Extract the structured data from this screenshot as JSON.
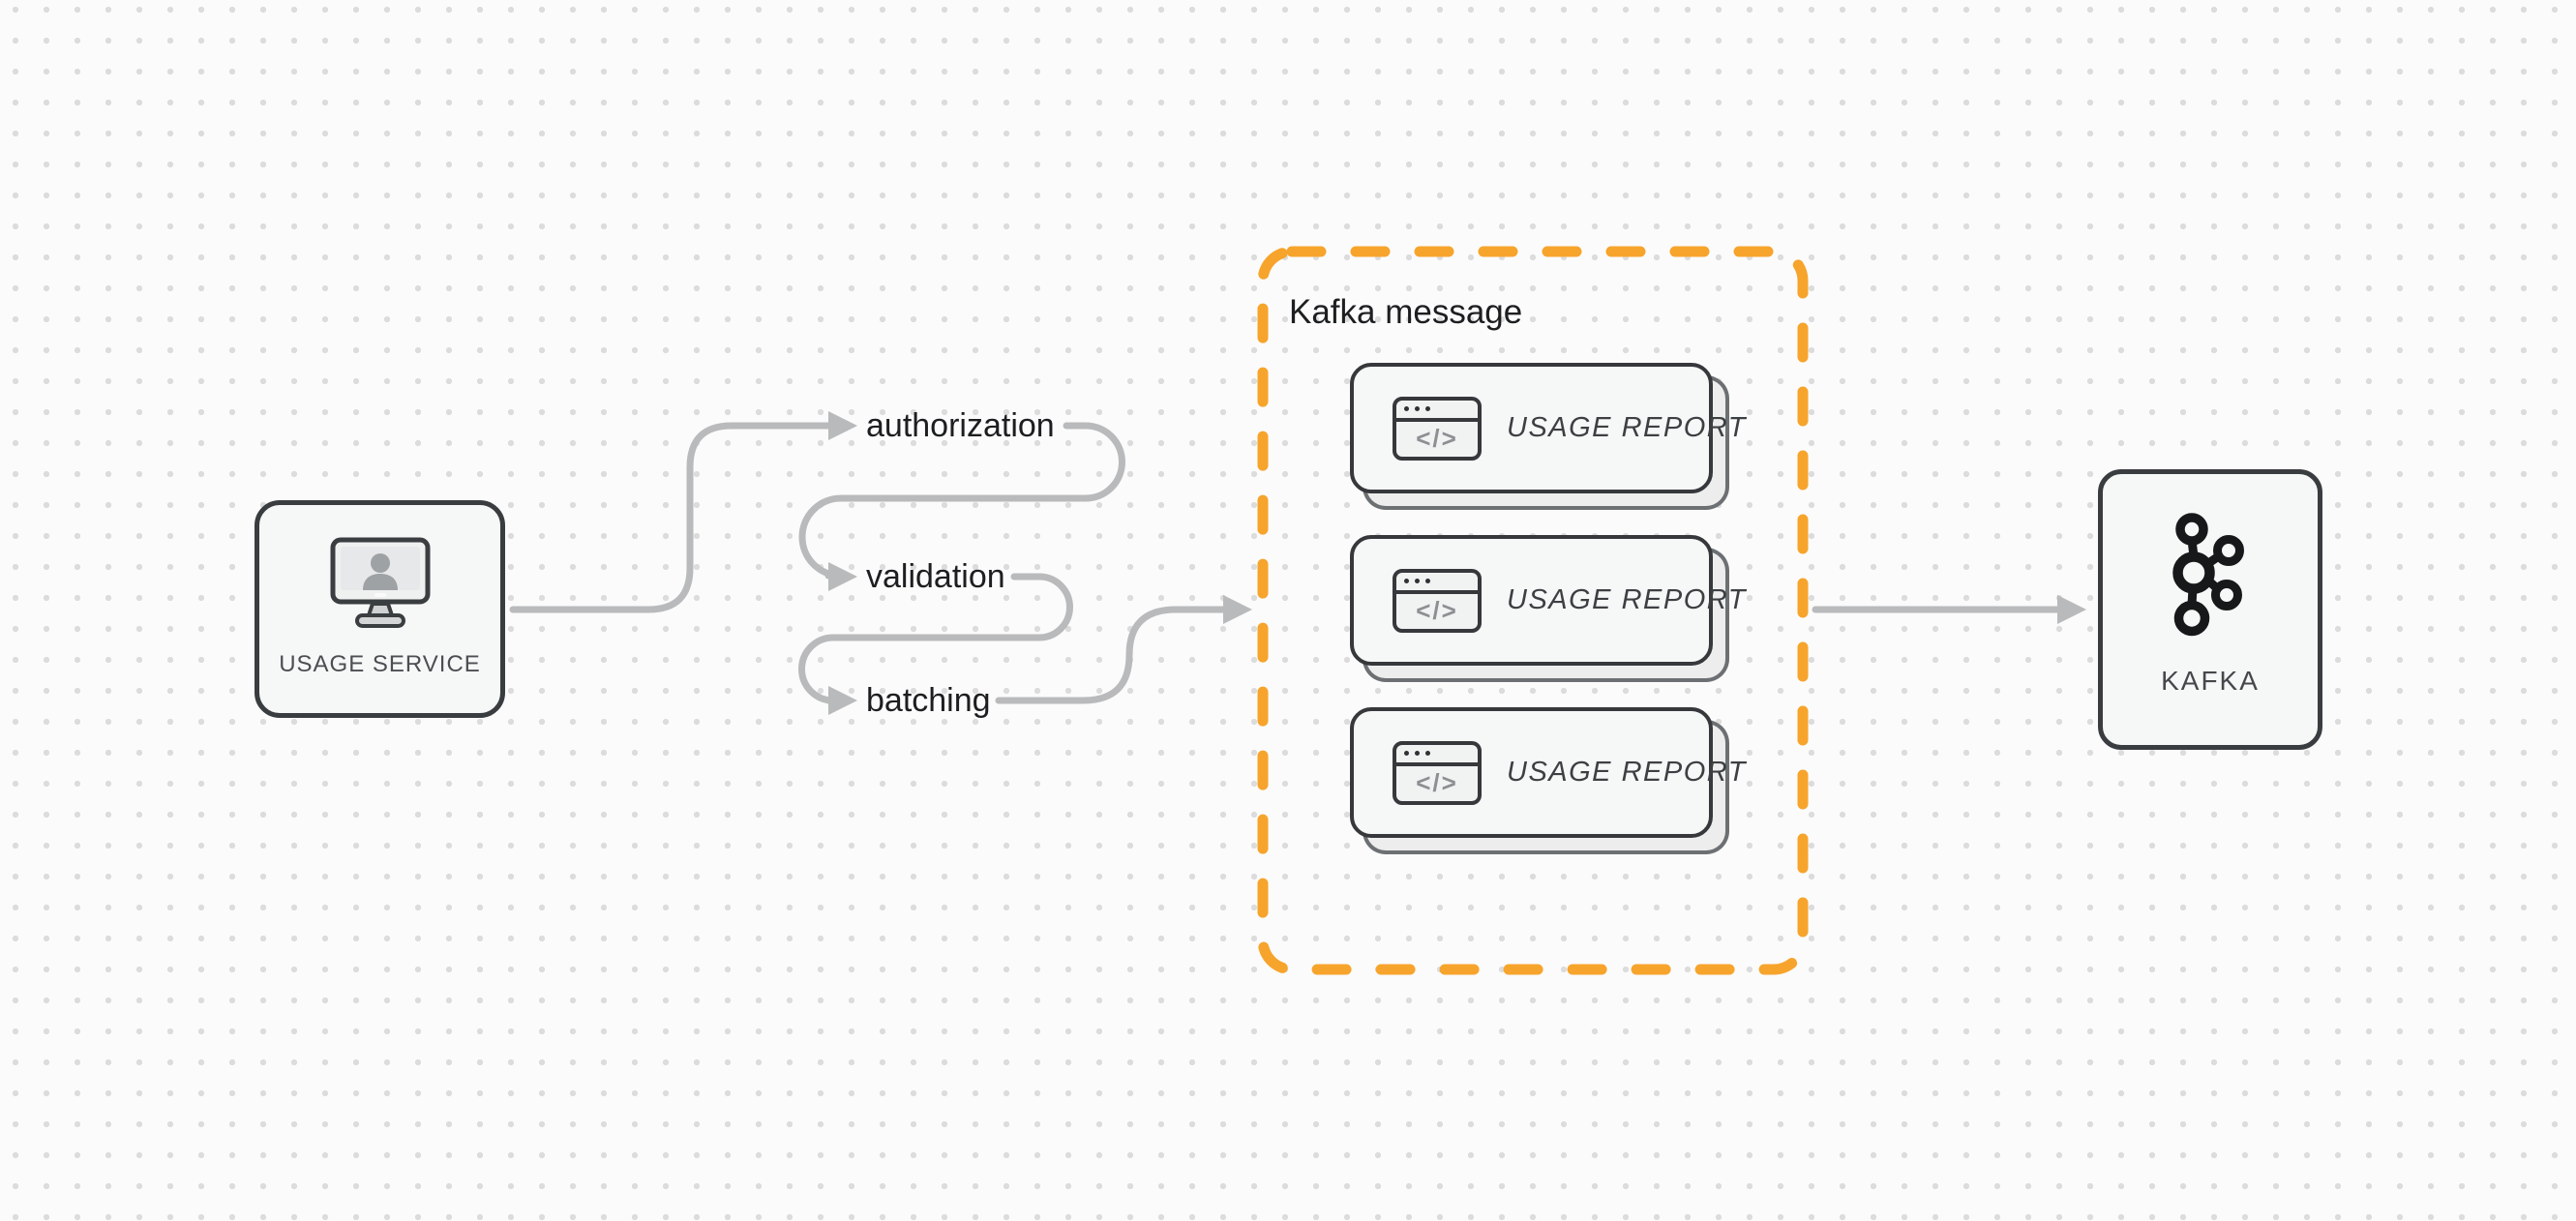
{
  "diagram": {
    "source_node": {
      "label": "USAGE SERVICE",
      "icon": "monitor-user-icon"
    },
    "pipeline_steps": [
      {
        "label": "authorization"
      },
      {
        "label": "validation"
      },
      {
        "label": "batching"
      }
    ],
    "kafka_message_group": {
      "title": "Kafka message",
      "icon_glyph": "</>",
      "messages": [
        {
          "label": "USAGE REPORT",
          "icon": "code-window-icon"
        },
        {
          "label": "USAGE REPORT",
          "icon": "code-window-icon"
        },
        {
          "label": "USAGE REPORT",
          "icon": "code-window-icon"
        }
      ]
    },
    "sink_node": {
      "label": "KAFKA",
      "icon": "kafka-logo-icon"
    },
    "colors": {
      "group_border_orange": "#F7A42C",
      "connector_gray": "#B9BABB",
      "node_border_dark": "#3A3D40",
      "node_fill": "#F6F7F7",
      "canvas_background": "#FBFBFB",
      "dot_grid_gray": "#DCDCDD",
      "label_dark": "#1D1E20"
    }
  }
}
